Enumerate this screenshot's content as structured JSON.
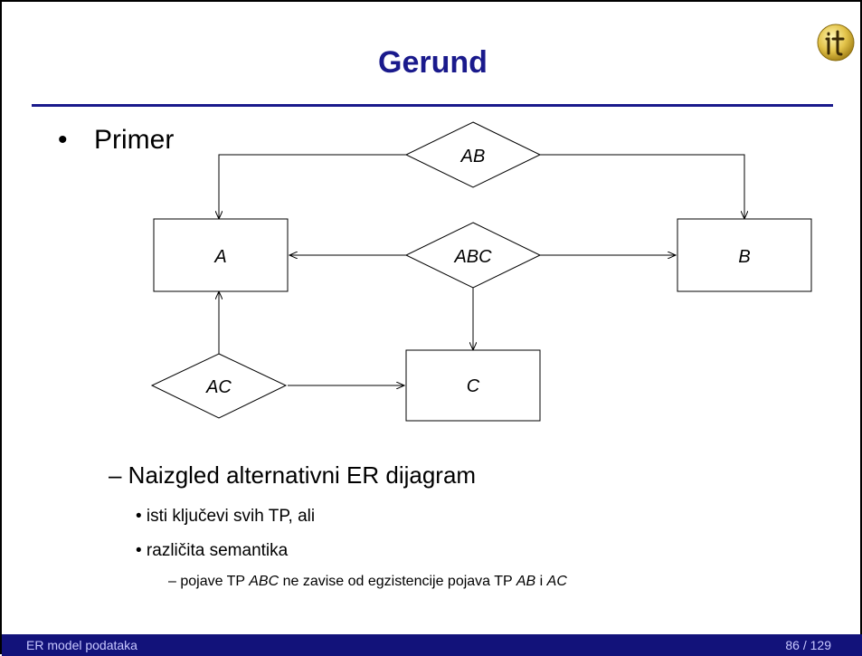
{
  "slide": {
    "title": "Gerund",
    "bullet": "Primer",
    "dash_item": "– Naizgled alternativni ER dijagram",
    "dot_items": [
      "• isti ključevi svih TP, ali",
      "• različita semantika"
    ],
    "note": {
      "prefix": "– pojave TP ",
      "em1": "ABC",
      "middle": " ne zavise od egzistencije pojava TP ",
      "em2": "AB",
      "and": " i ",
      "em3": "AC"
    }
  },
  "diagram": {
    "entities": [
      "A",
      "B",
      "C"
    ],
    "relationships": [
      "AB",
      "ABC",
      "AC"
    ]
  },
  "footer": {
    "left": "ER model podataka",
    "right": "86 / 129"
  },
  "colors": {
    "title": "#1a1a8c",
    "rule": "#1a1a8c",
    "footer_bg": "#12127a",
    "footer_text": "#c8c8ff"
  },
  "logo": {
    "icon": "it-logo-icon"
  }
}
